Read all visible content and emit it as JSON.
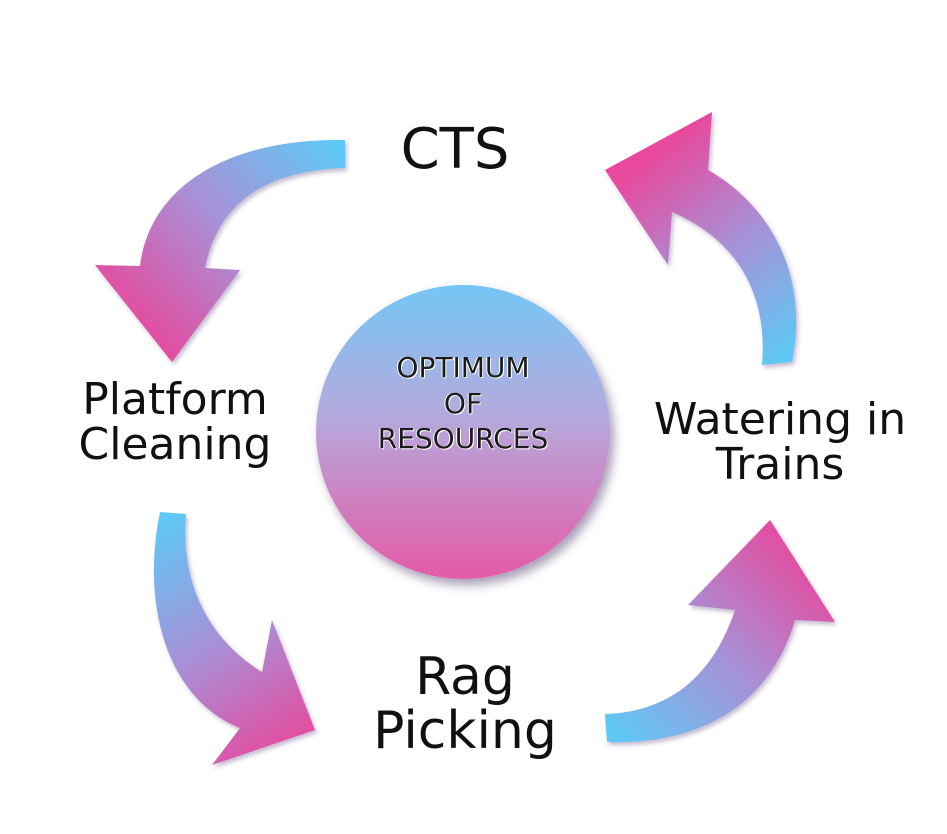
{
  "center": {
    "lines": [
      "OPTIMUM",
      "OF",
      "RESOURCES"
    ]
  },
  "nodes": {
    "cts": {
      "lines": [
        "CTS"
      ]
    },
    "platform_cleaning": {
      "lines": [
        "Platform",
        "Cleaning"
      ]
    },
    "rag_picking": {
      "lines": [
        "Rag",
        "Picking"
      ]
    },
    "watering_in_trains": {
      "lines": [
        "Watering in",
        "Trains"
      ]
    }
  },
  "colors": {
    "arrow_blue": "#5fc8f5",
    "arrow_purple": "#a88fd4",
    "arrow_pink": "#e8489c",
    "circle_top": "#74c6f4",
    "circle_bottom": "#e45aa6",
    "text": "#111111"
  }
}
